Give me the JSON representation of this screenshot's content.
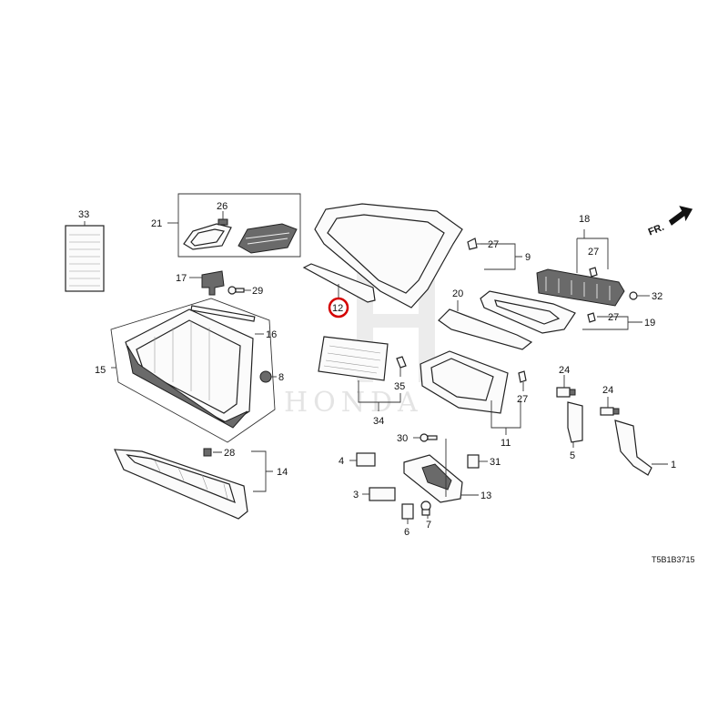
{
  "diagram": {
    "labels": {
      "p1": "1",
      "p3": "3",
      "p4": "4",
      "p5": "5",
      "p6": "6",
      "p7": "7",
      "p8": "8",
      "p9": "9",
      "p11": "11",
      "p12": "12",
      "p13": "13",
      "p14": "14",
      "p15": "15",
      "p16": "16",
      "p17": "17",
      "p18": "18",
      "p19": "19",
      "p20": "20",
      "p21": "21",
      "p24": "24",
      "p26": "26",
      "p27": "27",
      "p28": "28",
      "p29": "29",
      "p30": "30",
      "p31": "31",
      "p32": "32",
      "p33": "33",
      "p34": "34",
      "p35": "35"
    },
    "direction_label": "FR.",
    "diagram_code": "T5B1B3715",
    "watermark": "HONDA",
    "highlight_color": "#d40000"
  }
}
